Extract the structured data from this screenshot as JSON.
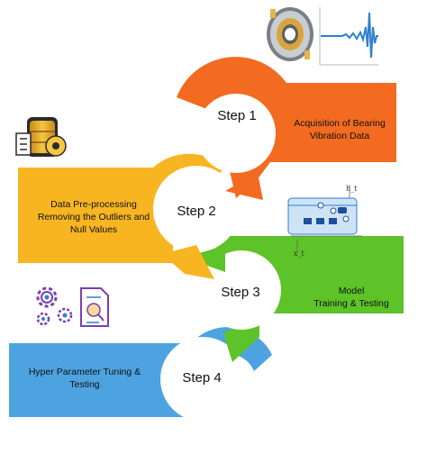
{
  "steps": [
    {
      "step": "Step 1",
      "text_lines": [
        "Acquisition of Bearing",
        "Vibration Data"
      ],
      "color": "#F26B21"
    },
    {
      "step": "Step 2",
      "text_lines": [
        "Data Pre-processing",
        "Removing the Outliers and",
        "Null Values"
      ],
      "color": "#F7B521"
    },
    {
      "step": "Step 3",
      "text_lines": [
        "Model",
        "Training & Testing"
      ],
      "color": "#5DC328"
    },
    {
      "step": "Step 4",
      "text_lines": [
        "Hyper Parameter Tuning &",
        "Testing"
      ],
      "color": "#4DA3E0"
    }
  ],
  "icons": [
    "bearing-icon",
    "vibration-signal-icon",
    "data-storage-icon",
    "lstm-cell-diagram-icon",
    "gears-icon",
    "report-document-icon"
  ],
  "lstm_diagram": {
    "top_label": "h_t",
    "bottom_label": "x_t"
  }
}
